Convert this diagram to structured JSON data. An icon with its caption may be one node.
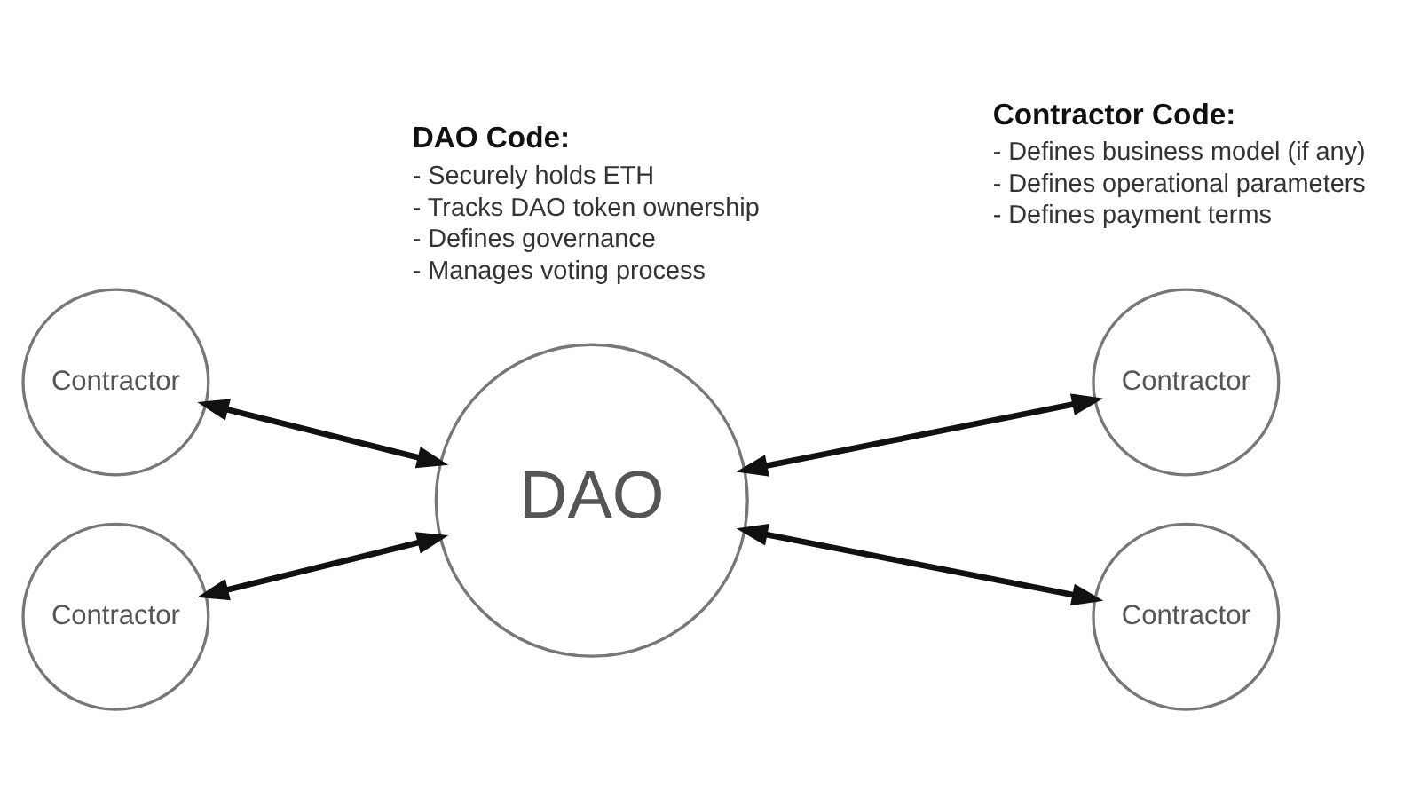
{
  "diagram": {
    "nodes": [
      {
        "text": [
          "Contractor"
        ]
      },
      {
        "text": [
          "Contractor"
        ]
      },
      {
        "text": [
          "DAO"
        ]
      },
      {
        "text": [
          "Contractor"
        ]
      },
      {
        "text": [
          "Contractor"
        ]
      }
    ],
    "edges": [
      {
        "from": 0,
        "to": 2,
        "arrow": "both"
      },
      {
        "from": 1,
        "to": 2,
        "arrow": "both"
      },
      {
        "from": 2,
        "to": 3,
        "arrow": "both"
      },
      {
        "from": 2,
        "to": 4,
        "arrow": "both"
      }
    ],
    "labels": [
      "DAO Code:",
      "- Securely holds ETH",
      "- Tracks DAO token ownership",
      "- Defines governance",
      "- Manages voting process",
      "Contractor Code:",
      "- Defines business model (if any)",
      "- Defines operational parameters",
      "- Defines payment terms"
    ]
  }
}
